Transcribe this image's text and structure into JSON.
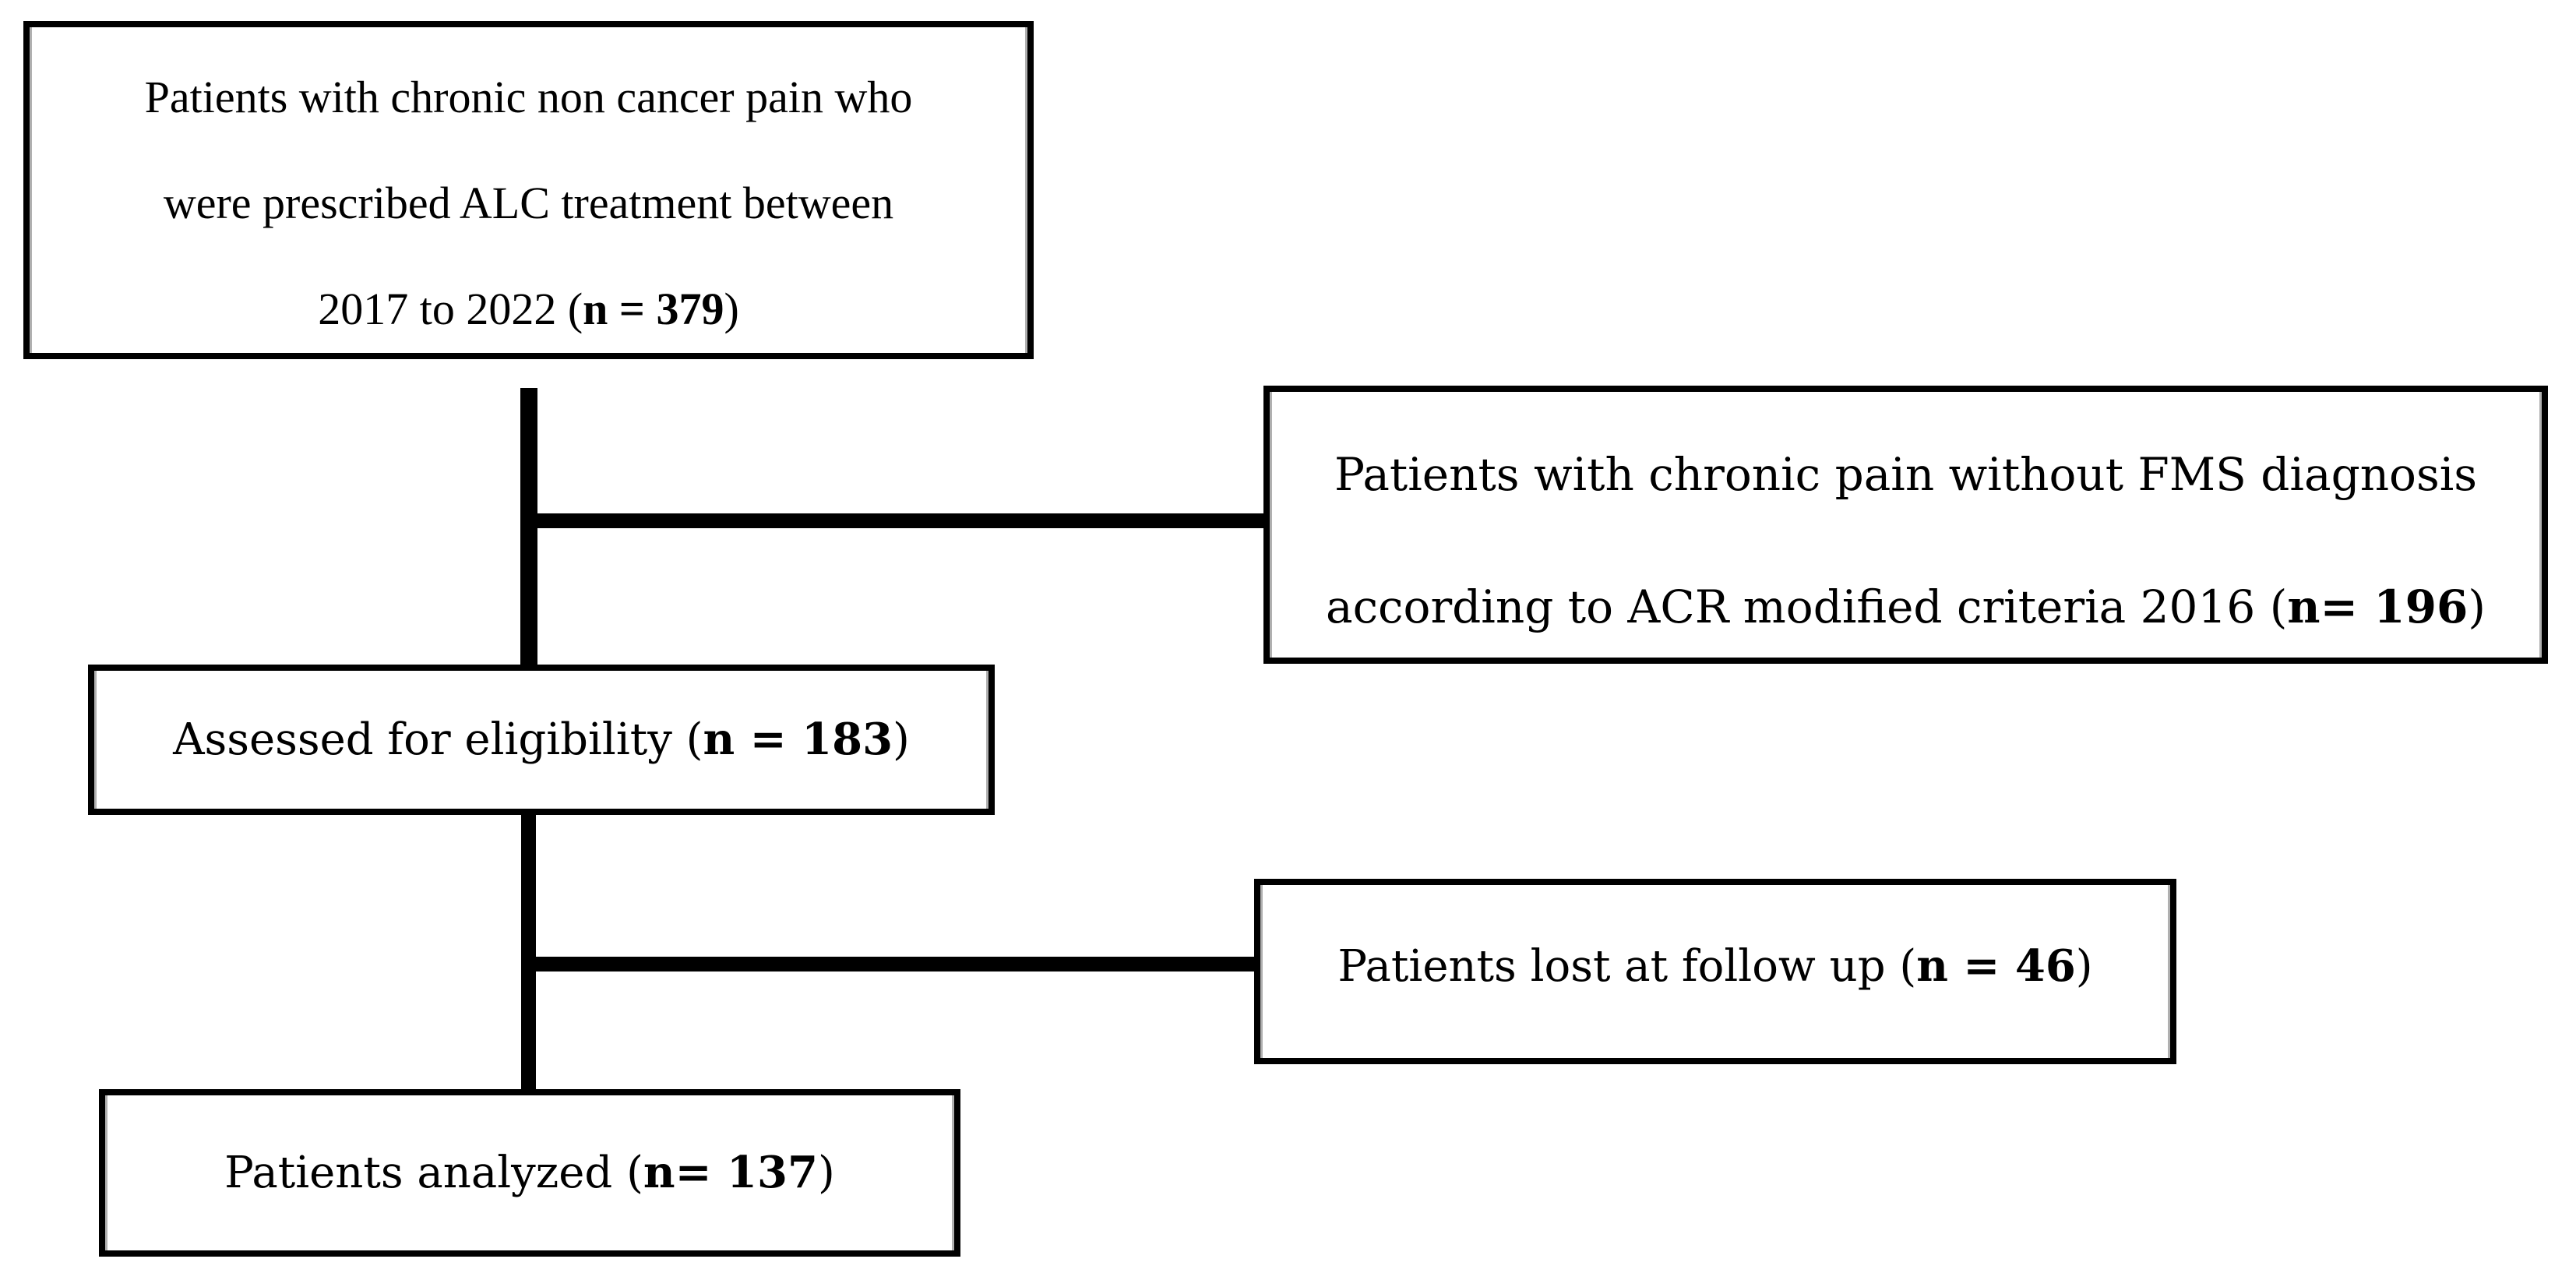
{
  "figure": {
    "kind": "patient-flow-diagram",
    "colors": {
      "ink": "#000000",
      "paper": "#ffffff",
      "inner_shadow": "#b0b0b0"
    },
    "counts": {
      "prescribed_alc": 379,
      "excluded_no_fms_diagnosis": 196,
      "assessed_for_eligibility": 183,
      "lost_at_follow_up": 46,
      "analyzed": 137
    },
    "boxes": {
      "population": {
        "line1": "Patients with chronic non cancer pain who",
        "line2": "were prescribed ALC treatment between",
        "line3_pre": "2017 to 2022 (",
        "line3_n": "n = 379",
        "line3_post": ")"
      },
      "excluded_no_fms": {
        "line1": "Patients with chronic pain without FMS diagnosis",
        "line2_pre": "according to ACR modified criteria 2016 (",
        "line2_n": "n= 196",
        "line2_post": ")"
      },
      "assessed": {
        "pre": "Assessed for eligibility (",
        "n": "n = 183",
        "post": ")"
      },
      "lost_followup": {
        "pre": "Patients lost at follow up (",
        "n": "n = 46",
        "post": ")"
      },
      "analyzed": {
        "pre": "Patients analyzed (",
        "n": "n= 137",
        "post": ")"
      }
    }
  }
}
